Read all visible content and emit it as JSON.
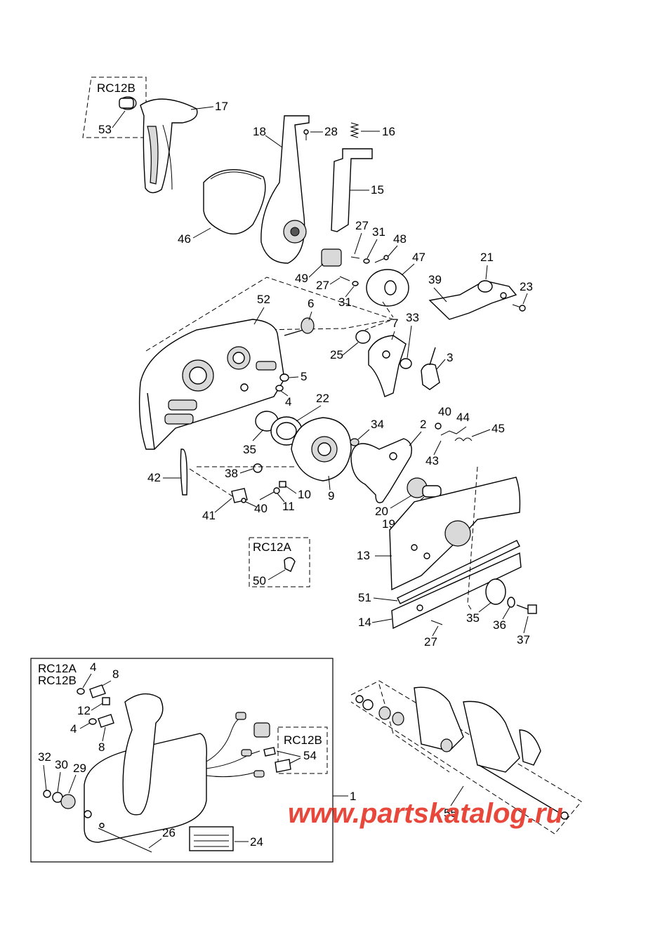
{
  "groups": {
    "rc12b_top": "RC12B",
    "rc12a_mid": "RC12A",
    "rc12a_inset": "RC12A",
    "rc12b_inset_a": "RC12B",
    "rc12b_inset_b": "RC12B"
  },
  "callouts": {
    "c17": "17",
    "c53": "53",
    "c18": "18",
    "c28": "28",
    "c16": "16",
    "c15": "15",
    "c46": "46",
    "c27a": "27",
    "c31a": "31",
    "c48": "48",
    "c47": "47",
    "c49": "49",
    "c27b": "27",
    "c31b": "31",
    "c21": "21",
    "c39": "39",
    "c23": "23",
    "c52": "52",
    "c6": "6",
    "c7": "7",
    "c33": "33",
    "c25": "25",
    "c3": "3",
    "c5": "5",
    "c4a": "4",
    "c22": "22",
    "c34": "34",
    "c2": "2",
    "c40a": "40",
    "c44": "44",
    "c45": "45",
    "c43": "43",
    "c35a": "35",
    "c38": "38",
    "c42": "42",
    "c10": "10",
    "c11": "11",
    "c9": "9",
    "c20": "20",
    "c19": "19",
    "c41": "41",
    "c40b": "40",
    "c50": "50",
    "c13": "13",
    "c51": "51",
    "c14": "14",
    "c35b": "35",
    "c36": "36",
    "c37": "37",
    "c27c": "27",
    "c4b": "4",
    "c8a": "8",
    "c12": "12",
    "c4c": "4",
    "c8b": "8",
    "c32": "32",
    "c30": "30",
    "c29": "29",
    "c54": "54",
    "c1": "1",
    "c26": "26",
    "c24": "24",
    "c55": "55"
  },
  "watermark": "www.partskatalog.ru"
}
